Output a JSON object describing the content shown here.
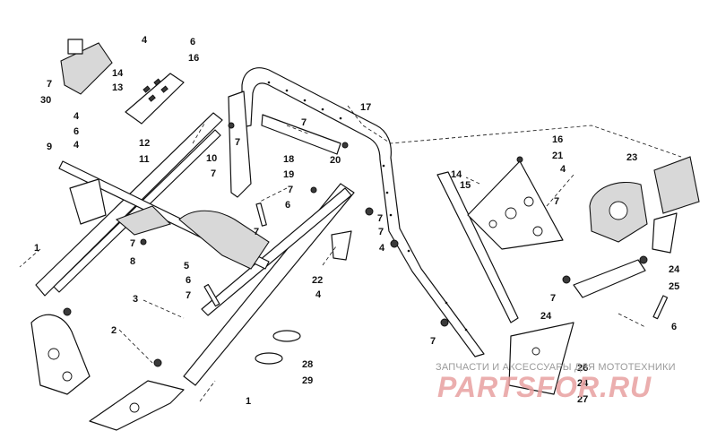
{
  "diagram": {
    "callouts": [
      "1",
      "2",
      "3",
      "4",
      "4",
      "4",
      "4",
      "4",
      "4",
      "5",
      "6",
      "6",
      "6",
      "6",
      "6",
      "7",
      "7",
      "7",
      "7",
      "7",
      "7",
      "7",
      "7",
      "7",
      "7",
      "7",
      "7",
      "7",
      "8",
      "9",
      "10",
      "11",
      "12",
      "13",
      "14",
      "14",
      "15",
      "16",
      "16",
      "17",
      "18",
      "19",
      "20",
      "21",
      "22",
      "23",
      "24",
      "24",
      "24",
      "25",
      "26",
      "27",
      "28",
      "29",
      "30",
      "1"
    ]
  },
  "watermark": {
    "caption": "ЗАПЧАСТИ И АКСЕССУАРЫ ДЛЯ МОТОТЕХНИКИ",
    "logo_text": "PARTSFOR.RU",
    "logo_color": "#e8a0a0"
  }
}
